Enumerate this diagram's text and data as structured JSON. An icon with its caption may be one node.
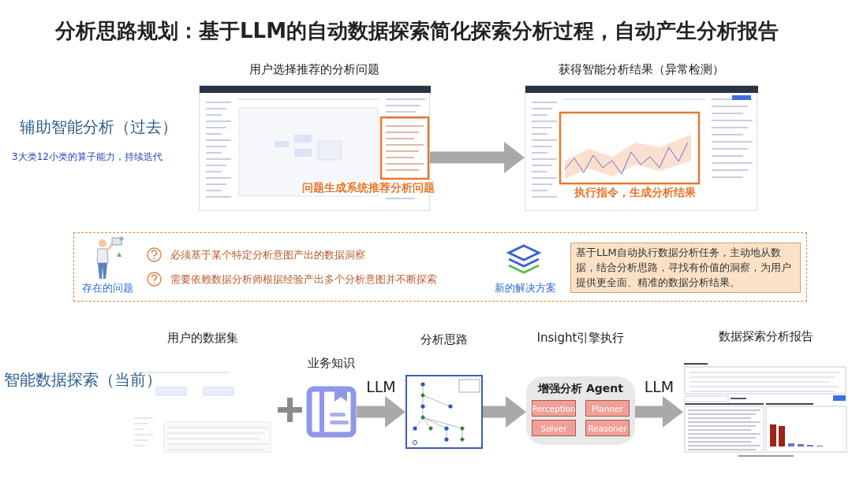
{
  "diagram": {
    "title": "分析思路规划：基于LLM的自动数据探索简化探索分析过程，自动产生分析报告",
    "nodes": [
      {
        "text": [
          "用户选择推荐的分析问题",
          "问题生成系统推荐分析问题"
        ]
      },
      {
        "text": [
          "获得智能分析结果（异常检测）",
          "执行指令，生成分析结果"
        ]
      },
      {
        "text": [],
        "shape": "box"
      },
      {
        "text": [
          "基于LLM自动执行数据分析任务，主动地从数据，结合分析思路，寻找有价值的洞察，为用户提供更全面、精准的数据分析结果。"
        ],
        "in": 2
      },
      {
        "text": [
          "用户的数据集"
        ]
      },
      {
        "text": [
          "业务知识"
        ]
      },
      {
        "text": [
          "分析思路"
        ]
      },
      {
        "text": [
          "Insight引擎执行",
          "增强分析 Agent"
        ]
      },
      {
        "text": [
          "Perception"
        ],
        "in": 7
      },
      {
        "text": [
          "Planner"
        ],
        "in": 7
      },
      {
        "text": [
          "Solver"
        ],
        "in": 7
      },
      {
        "text": [
          "Reasoner"
        ],
        "in": 7
      },
      {
        "text": [
          "数据探索分析报告"
        ]
      }
    ],
    "edges": [
      {
        "from": 0,
        "to": 1,
        "arrow": "to"
      },
      {
        "from": 5,
        "to": 6,
        "arrow": "to",
        "label": "LLM"
      },
      {
        "from": 6,
        "to": 7,
        "arrow": "to"
      },
      {
        "from": 7,
        "to": 12,
        "arrow": "to",
        "label": "LLM"
      }
    ],
    "labels": [
      "辅助智能分析（过去）",
      "3大类12小类的算子能力，持续迭代",
      "必须基于某个特定分析意图产出的数据洞察",
      "需要依赖数据分析师根据经验产出多个分析意图并不断探索",
      "存在的问题",
      "新的解决方案",
      "智能数据探索（当前）"
    ]
  }
}
